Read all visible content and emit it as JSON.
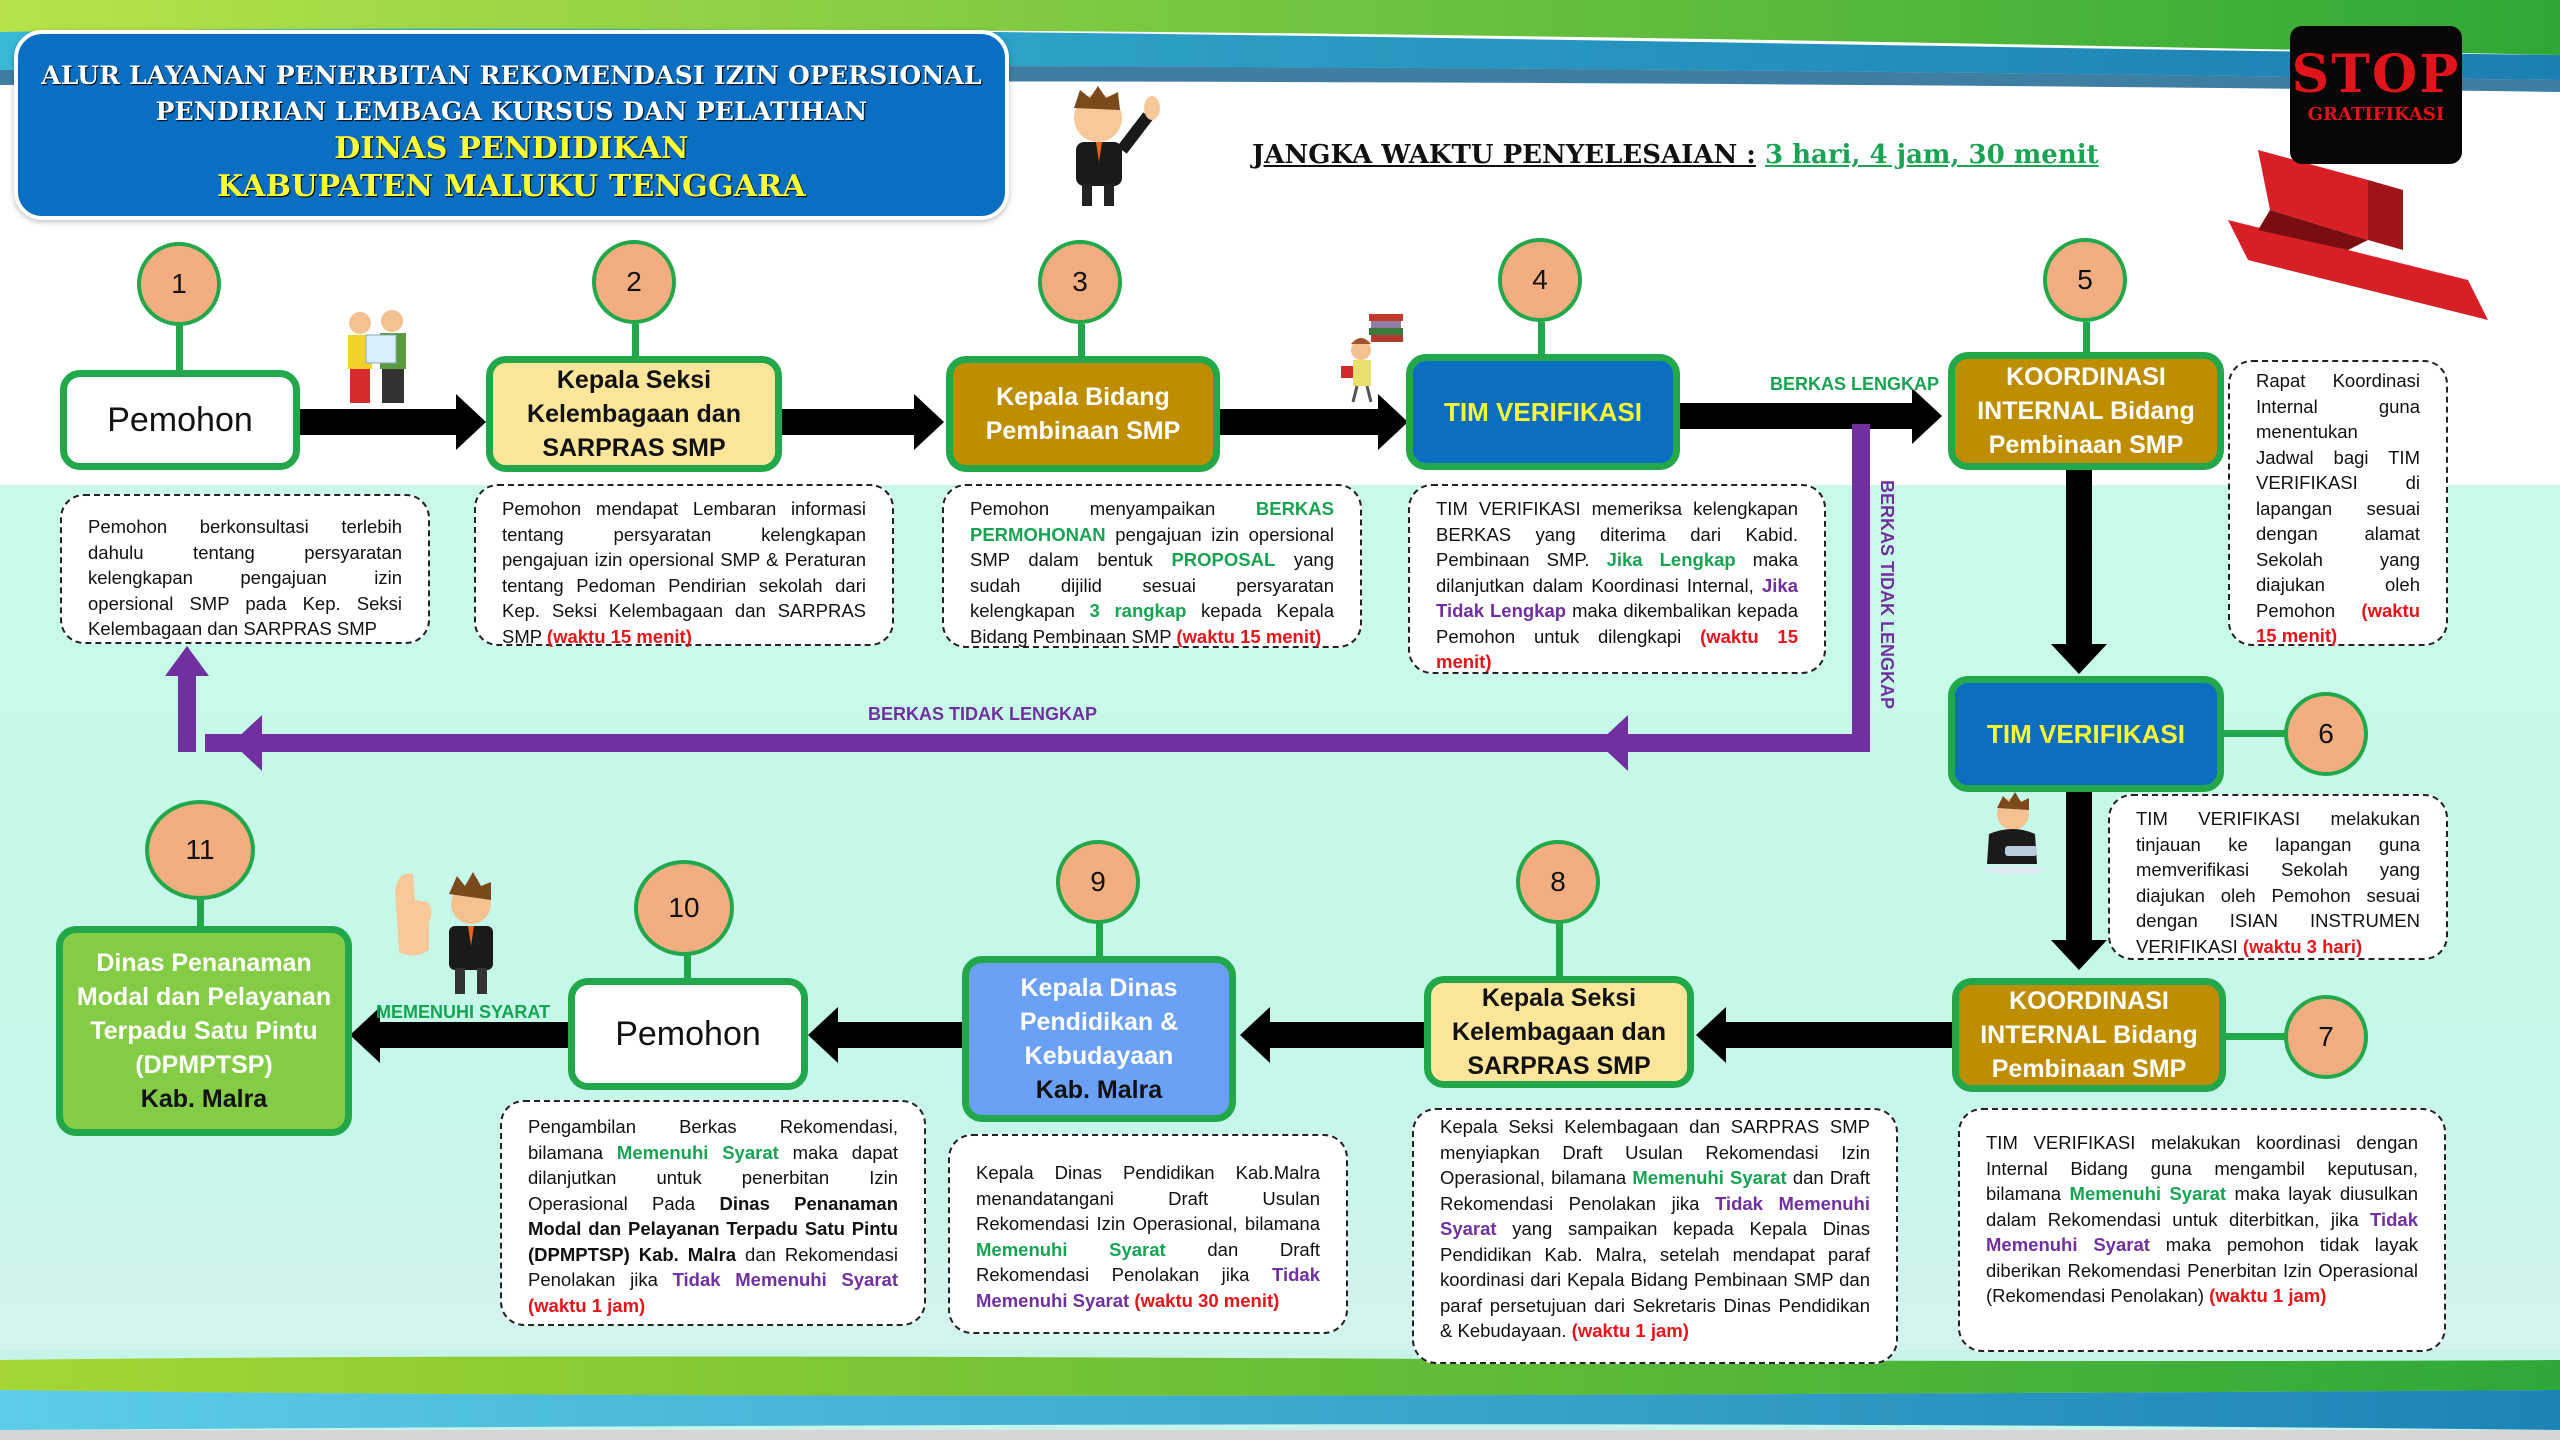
{
  "header": {
    "title_lines": [
      "ALUR LAYANAN PENERBITAN REKOMENDASI IZIN OPERSIONAL",
      "PENDIRIAN LEMBAGA KURSUS DAN PELATIHAN",
      "DINAS PENDIDIKAN",
      "KABUPATEN MALUKU TENGGARA"
    ],
    "deadline_label": "JANGKA WAKTU PENYELESAIAN :",
    "deadline_value": "3 hari, 4 jam, 30 menit"
  },
  "badge": {
    "line1": "STOP",
    "line2": "GRATIFIKASI"
  },
  "colors": {
    "title_bg": "#0a6fc2",
    "node_border": "#22a84a",
    "step_circle": "#f2ae81",
    "green_text": "#18a352",
    "purple_text": "#7030a0",
    "red_text": "#e8141a"
  },
  "steps": [
    {
      "number": "1",
      "node": "Pemohon"
    },
    {
      "number": "2",
      "node": "Kepala Seksi Kelembagaan dan SARPRAS SMP"
    },
    {
      "number": "3",
      "node": "Kepala Bidang Pembinaan SMP"
    },
    {
      "number": "4",
      "node": "TIM VERIFIKASI"
    },
    {
      "number": "5",
      "node": "KOORDINASI INTERNAL Bidang Pembinaan SMP"
    },
    {
      "number": "6",
      "node": "TIM VERIFIKASI"
    },
    {
      "number": "7",
      "node": "KOORDINASI INTERNAL Bidang Pembinaan SMP"
    },
    {
      "number": "8",
      "node": "Kepala Seksi Kelembagaan dan SARPRAS SMP"
    },
    {
      "number": "9",
      "node": "Kepala Dinas Pendidikan & Kebudayaan",
      "node_sub": "Kab. Malra"
    },
    {
      "number": "10",
      "node": "Pemohon"
    },
    {
      "number": "11",
      "node": "Dinas Penanaman Modal dan Pelayanan Terpadu Satu Pintu (DPMPTSP)",
      "node_sub": "Kab. Malra"
    }
  ],
  "flow_labels": {
    "berkas_lengkap": "BERKAS LENGKAP",
    "berkas_tidak_lengkap_v": "BERKAS TIDAK LENGKAP",
    "berkas_tidak_lengkap_h": "BERKAS TIDAK LENGKAP",
    "memenuhi_syarat": "MEMENUHI SYARAT"
  },
  "descriptions": {
    "d1": {
      "t1": "Pemohon berkonsultasi terlebih dahulu tentang persyaratan kelengkapan pengajuan izin opersional SMP pada Kep. Seksi Kelembagaan dan SARPRAS SMP"
    },
    "d2": {
      "t1": "Pemohon mendapat Lembaran informasi tentang persyaratan kelengkapan pengajuan izin opersional SMP & Peraturan tentang Pedoman Pendirian sekolah dari Kep. Seksi Kelembagaan dan SARPRAS SMP ",
      "time": "(waktu 15 menit)"
    },
    "d3": {
      "t1": "Pemohon menyampaikan ",
      "h1": "BERKAS PERMOHONAN",
      "t2": " pengajuan izin opersional SMP dalam bentuk ",
      "h2": "PROPOSAL",
      "t3": " yang sudah dijilid sesuai persyaratan kelengkapan ",
      "h3": "3 rangkap",
      "t4": " kepada Kepala Bidang Pembinaan SMP ",
      "time": "(waktu 15 menit)"
    },
    "d4": {
      "t1": "TIM VERIFIKASI memeriksa kelengkapan BERKAS yang diterima dari Kabid. Pembinaan SMP. ",
      "h1": "Jika Lengkap",
      "t2": " maka dilanjutkan dalam Koordinasi Internal, ",
      "h2": "Jika Tidak Lengkap",
      "t3": " maka dikembalikan kepada Pemohon untuk dilengkapi ",
      "time": "(waktu 15 menit)"
    },
    "d5": {
      "t1": "Rapat Koordinasi Internal guna menentukan Jadwal bagi TIM VERIFIKASI di lapangan sesuai dengan alamat Sekolah yang diajukan oleh Pemohon ",
      "time": "(waktu 15 menit)"
    },
    "d6": {
      "t1": "TIM VERIFIKASI melakukan tinjauan ke lapangan guna memverifikasi Sekolah yang diajukan oleh Pemohon sesuai dengan ISIAN INSTRUMEN VERIFIKASI ",
      "time": "(waktu 3 hari)"
    },
    "d7": {
      "t1": "TIM VERIFIKASI melakukan koordinasi dengan Internal Bidang guna mengambil keputusan, bilamana ",
      "h1": "Memenuhi Syarat",
      "t2": " maka layak diusulkan dalam Rekomendasi untuk diterbitkan, jika ",
      "h2": "Tidak Memenuhi Syarat",
      "t3": " maka pemohon tidak layak diberikan Rekomendasi Penerbitan Izin Operasional (Rekomendasi Penolakan) ",
      "time": "(waktu 1 jam)"
    },
    "d8": {
      "t1": "Kepala Seksi Kelembagaan dan SARPRAS SMP menyiapkan Draft Usulan Rekomendasi Izin Operasional, bilamana ",
      "h1": "Memenuhi Syarat",
      "t2": " dan Draft Rekomendasi Penolakan jika ",
      "h2": "Tidak Memenuhi Syarat",
      "t3": " yang sampaikan kepada Kepala Dinas Pendidikan Kab. Malra, setelah mendapat paraf koordinasi dari Kepala Bidang Pembinaan SMP dan paraf persetujuan dari Sekretaris Dinas Pendidikan & Kebudayaan. ",
      "time": "(waktu 1 jam)"
    },
    "d9": {
      "t1": "Kepala Dinas Pendidikan Kab.Malra menandatangani Draft Usulan Rekomendasi Izin Operasional, bilamana ",
      "h1": "Memenuhi Syarat",
      "t2": " dan Draft Rekomendasi Penolakan jika ",
      "h2": "Tidak Memenuhi Syarat",
      "t3": " ",
      "time": "(waktu 30 menit)"
    },
    "d10": {
      "t1": "Pengambilan Berkas Rekomendasi, bilamana ",
      "h1": "Memenuhi Syarat",
      "t2": " maka dapat dilanjutkan untuk penerbitan Izin Operasional Pada ",
      "b1": "Dinas Penanaman Modal dan Pelayanan Terpadu Satu Pintu (DPMPTSP) Kab. Malra",
      "t3": " dan Rekomendasi Penolakan jika ",
      "h2": "Tidak Memenuhi Syarat",
      "t4": " ",
      "time": "(waktu 1 jam)"
    }
  },
  "illustrations": [
    "businessman-pointing",
    "tourists-with-map",
    "child-with-books",
    "businessman-with-tablet",
    "businessman-thumbs-up",
    "stop-gratification-ribbon"
  ]
}
